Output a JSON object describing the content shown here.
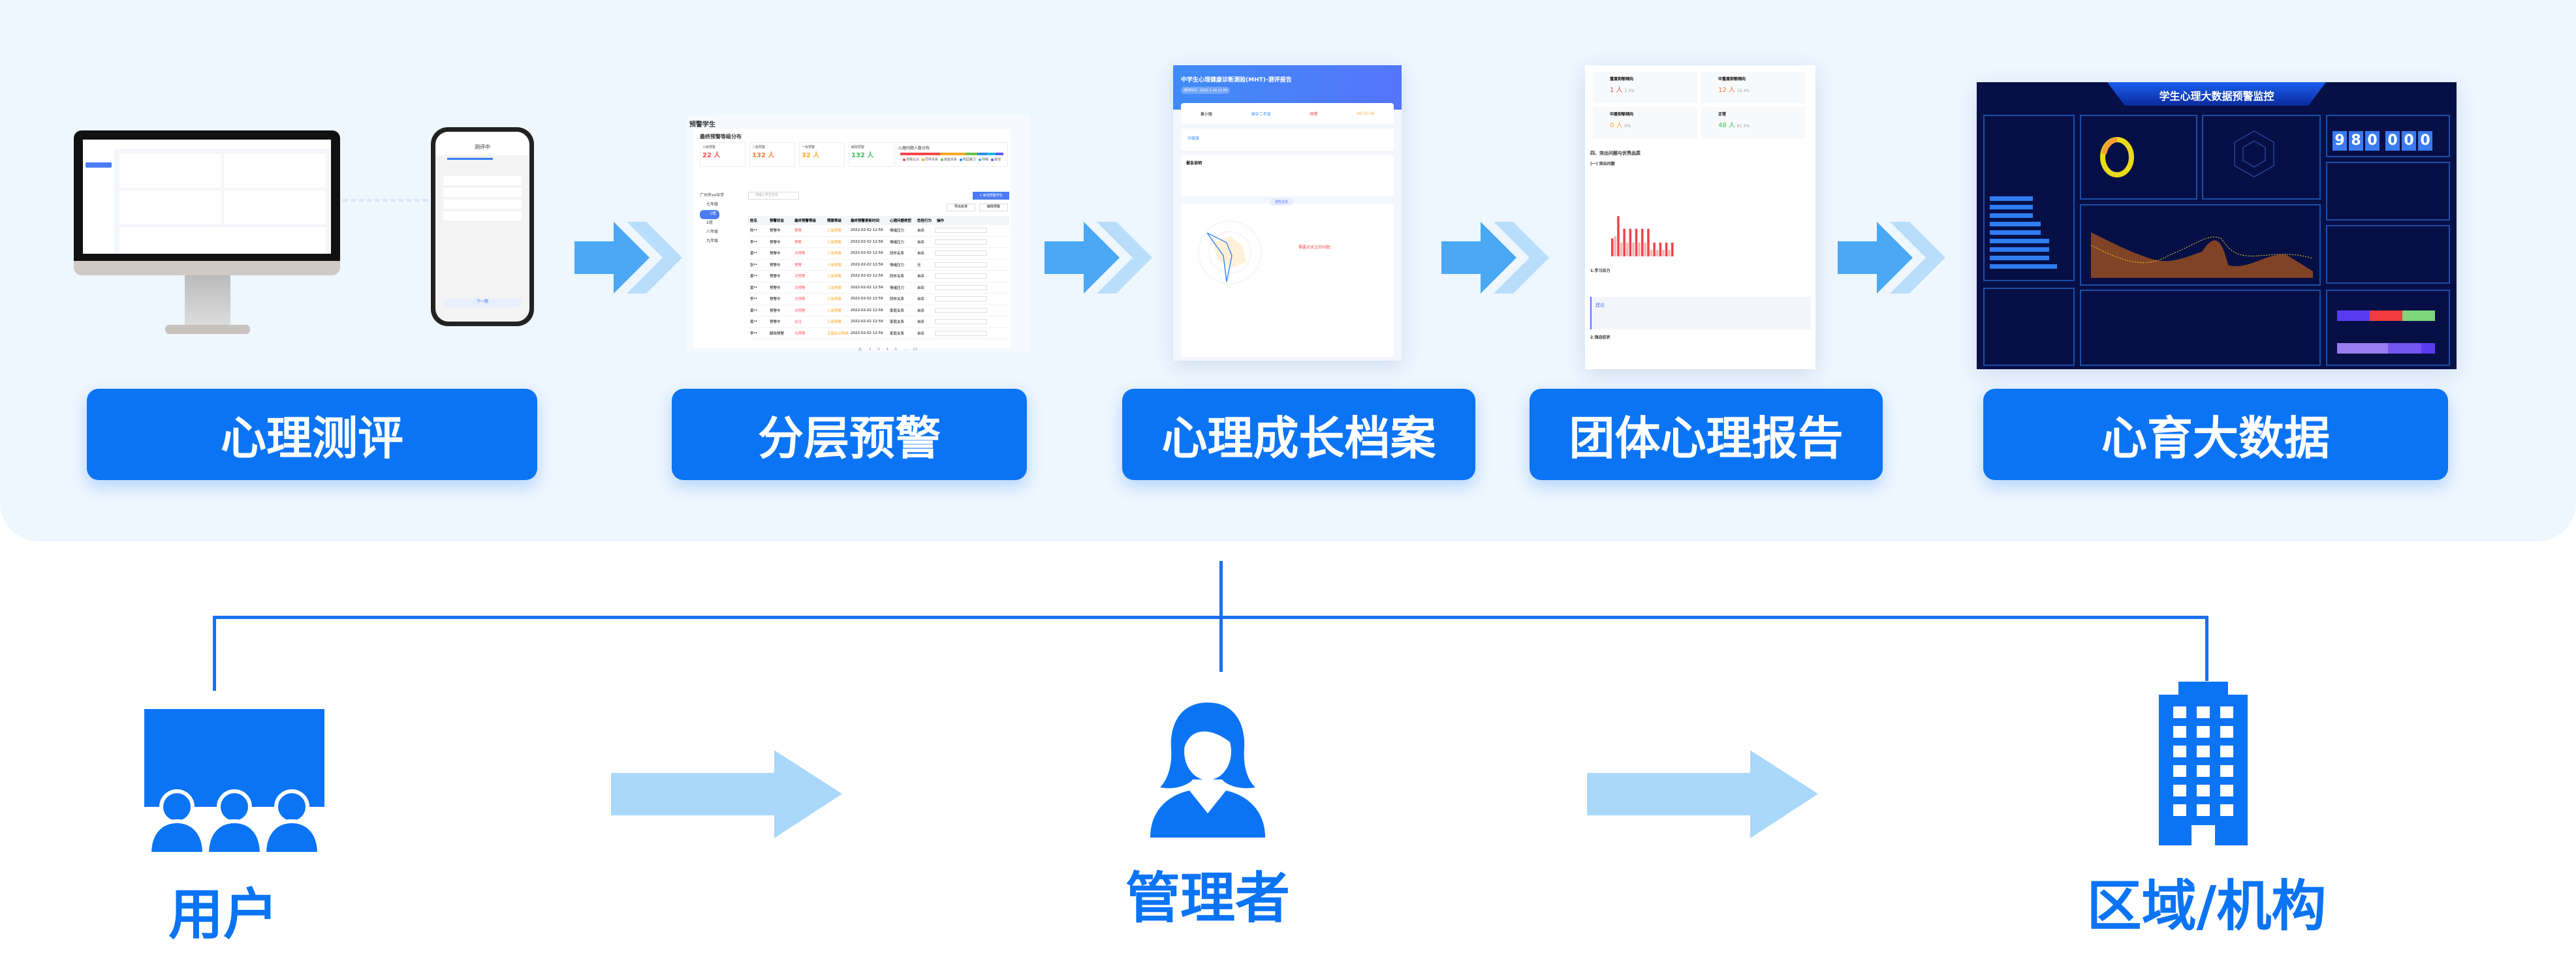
{
  "stages": [
    {
      "label": "心理测评"
    },
    {
      "label": "分层预警"
    },
    {
      "label": "心理成长档案"
    },
    {
      "label": "团体心理报告"
    },
    {
      "label": "心育大数据"
    }
  ],
  "assessment": {
    "phone_title": "测评中",
    "phone_button": "下一题"
  },
  "warning": {
    "page_title": "预警学生",
    "section_title": "最终预警等级分布",
    "cards": [
      {
        "label": "三级预警",
        "value": "22 人",
        "color": "#f5474b"
      },
      {
        "label": "二级预警",
        "value": "132 人",
        "color": "#fa7a35"
      },
      {
        "label": "一级预警",
        "value": "32 人",
        "color": "#f9a825"
      },
      {
        "label": "解除预警",
        "value": "132 人",
        "color": "#3cbf5a"
      }
    ],
    "dist_title": "心理问题人数分布",
    "dist_legend": [
      "自我认识",
      "同伴关系",
      "家庭关系",
      "校园暴力",
      "抑郁",
      "其他"
    ],
    "tree": [
      "广州市xx中学",
      "七年级",
      "1班",
      "2班",
      "八年级",
      "九年级"
    ],
    "search_placeholder": "请输入学生姓名",
    "add_button": "+ 新增预警学生",
    "export_button": "导出名单",
    "release_button": "解除预警",
    "columns": [
      "姓名",
      "预警状态",
      "最终预警等级",
      "预案等级",
      "最终预警更新时间",
      "心理问题类型",
      "危险行为",
      "操作"
    ],
    "rows": [
      [
        "陈**",
        "预警中",
        "预警",
        "三级预案",
        "2022-02-02 12:59",
        "情绪压力",
        "自杀"
      ],
      [
        "李**",
        "预警中",
        "预警",
        "三级预案",
        "2022-02-02 12:59",
        "情绪压力",
        "自杀"
      ],
      [
        "黄**",
        "预警中",
        "次预警",
        "三级预案",
        "2022-02-02 12:59",
        "同伴关系",
        "自杀"
      ],
      [
        "张**",
        "预警中",
        "预警",
        "三级预案",
        "2022-02-02 12:59",
        "情绪压力",
        "无"
      ],
      [
        "黄**",
        "预警中",
        "次预警",
        "三级预案",
        "2022-02-02 12:59",
        "同伴关系",
        "自杀"
      ],
      [
        "黄**",
        "预警中",
        "次预警",
        "三级预案",
        "2022-02-02 12:59",
        "情绪压力",
        "自杀"
      ],
      [
        "李**",
        "预警中",
        "次预警",
        "三级预案",
        "2022-02-02 12:59",
        "同伴关系",
        "自杀"
      ],
      [
        "黄**",
        "预警中",
        "次预警",
        "三级预案",
        "2022-02-02 12:59",
        "家庭关系",
        "自杀"
      ],
      [
        "黄**",
        "预警中",
        "关注",
        "三级预案",
        "2022-02-02 12:59",
        "家庭关系",
        "自杀"
      ],
      [
        "李**",
        "解除预警",
        "无预警",
        "无需启动预案",
        "2022-02-02 12:59",
        "家庭关系",
        "自杀"
      ]
    ],
    "pagination": [
      "1",
      "2",
      "3",
      "4",
      "5",
      "...",
      "23"
    ]
  },
  "archive": {
    "title": "中学生心理健康诊断测验(MHT)-测评报告",
    "time": "测评时间：2022-1-18 12:58",
    "student": "黄小强",
    "grade": "高中二年级",
    "status": "预警",
    "duration": "00:15:34",
    "level": "中度度",
    "section": "报告说明",
    "result_tab": "报告总览",
    "focus": "需要点关注的问题："
  },
  "report": {
    "cards": [
      {
        "label": "重度抑郁倾向",
        "value": "1 人",
        "pct": "1.3%",
        "color": "#f5474b"
      },
      {
        "label": "中重度抑郁倾向",
        "value": "12 人",
        "pct": "15.4%",
        "color": "#fa7a35"
      },
      {
        "label": "中度抑郁倾向",
        "value": "0 人",
        "pct": "0%",
        "color": "#f9a825"
      },
      {
        "label": "正常",
        "value": "48 人",
        "pct": "61.5%",
        "color": "#3cbf5a"
      }
    ],
    "heading": "四、突出问题与优秀品质",
    "sub": "(一) 突出问题",
    "item1": "1.学习压力",
    "advice": "建议",
    "item2": "2.强迫症状",
    "bar_values": [
      1.7,
      1.9,
      3.8,
      1.3,
      2.6,
      1.3,
      2.6,
      1.3,
      2.6,
      1.3,
      2.6,
      1.3,
      2.6,
      0.6,
      1.3,
      0.6,
      1.3,
      0.6,
      1.3,
      0.6,
      1.3
    ]
  },
  "dashboard": {
    "title": "学生心理大数据预警监控",
    "counter": [
      "9",
      "8",
      "0",
      "0",
      "0",
      "0"
    ],
    "bars": [
      0.55,
      0.55,
      0.55,
      0.65,
      0.65,
      0.76,
      0.76,
      0.76,
      0.86
    ]
  },
  "bottom": {
    "user": "用户",
    "manager": "管理者",
    "org": "区域/机构"
  },
  "colors": {
    "accent": "#0b74f5",
    "panel": "#eef6fe",
    "arrow": "#a9d8fb"
  }
}
